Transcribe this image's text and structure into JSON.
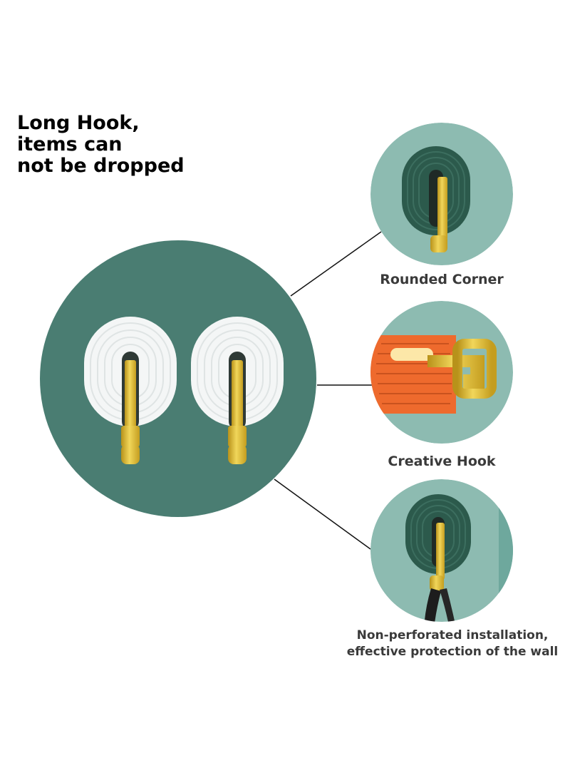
{
  "headline": {
    "lines": [
      "Long Hook,",
      "items can",
      "not be dropped"
    ]
  },
  "features": [
    {
      "label": "Rounded Corner"
    },
    {
      "label": "Creative Hook"
    },
    {
      "label": "Non-perforated installation,",
      "label_line2": "effective protection of the wall"
    }
  ],
  "colors": {
    "main_circle": "#4a7d72",
    "detail_bg": "#8dbbb1",
    "hook_base_white": "#f4f6f6",
    "hook_gold": "#d9b72e",
    "hook_base_green": "#2c5a4c",
    "hook_base_orange": "#ee6a2d"
  },
  "icons": [
    "adhesive-hook-icon",
    "gold-hook-arm-icon",
    "strap-icon"
  ]
}
